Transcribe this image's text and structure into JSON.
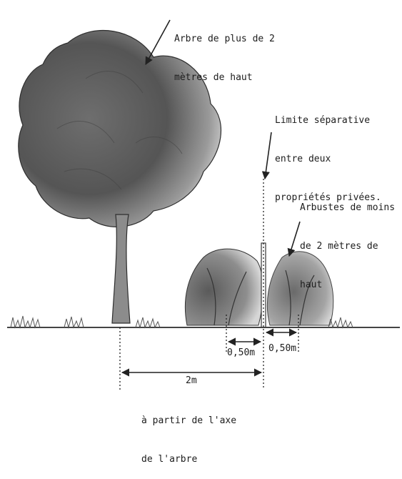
{
  "labels": {
    "tree": [
      "Arbre de plus de 2",
      "mètres de haut"
    ],
    "boundary": [
      "Limite séparative",
      "entre deux",
      "propriétés privées."
    ],
    "shrubs": [
      "Arbustes de moins",
      "de 2 mètres de",
      "haut"
    ],
    "dist_left": "0,50m",
    "dist_right": "0,50m",
    "dist_tree": "2m",
    "tree_axis": [
      "à partir de l'axe",
      "de l'arbre"
    ]
  },
  "colors": {
    "foliage_dark": "#3a3a3a",
    "foliage_mid": "#7a7a7a",
    "foliage_light": "#c8c8c8",
    "ground": "#555555",
    "line": "#222222"
  }
}
